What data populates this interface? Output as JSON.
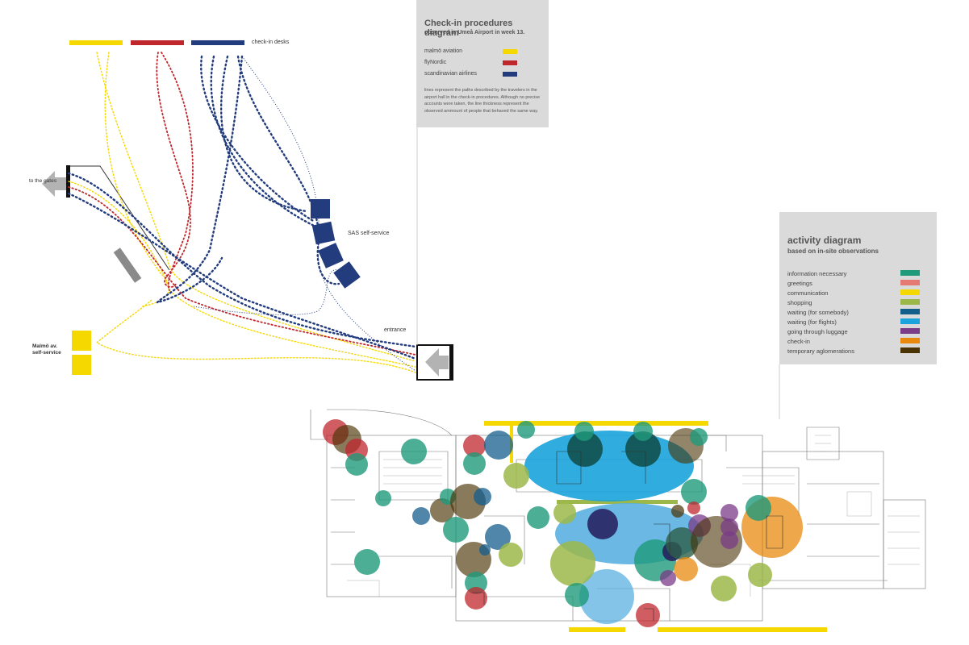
{
  "checkin_panel": {
    "title": "Check-in procedures diagram",
    "subtitle": "observed in Umeå Airport in week 13.",
    "legend": [
      {
        "label": "malmö aviation",
        "color": "#f5d800"
      },
      {
        "label": "flyNordic",
        "color": "#c0272d"
      },
      {
        "label": "scandinavian airlines",
        "color": "#233c7d"
      }
    ],
    "note": "lines represent the paths described by the travelers in the airport hall in the check-in procedures. Although no precise accounts were taken, the line thickness represent the observed ammount of people that behaved the same way."
  },
  "activity_panel": {
    "title": "activity diagram",
    "subtitle": "based on in-site observations",
    "legend": [
      {
        "label": "information necessary",
        "color": "#1f9a7a"
      },
      {
        "label": "greetings",
        "color": "#e47a73"
      },
      {
        "label": "communication",
        "color": "#f5d800"
      },
      {
        "label": "shopping",
        "color": "#9cb84a"
      },
      {
        "label": "waiting (for somebody)",
        "color": "#145e8c"
      },
      {
        "label": "waiting (for flights)",
        "color": "#1ba3dc"
      },
      {
        "label": "going through luggage",
        "color": "#7a3b87"
      },
      {
        "label": "check-in",
        "color": "#e8890d"
      },
      {
        "label": "temporary aglomerations",
        "color": "#4a3305"
      }
    ]
  },
  "labels": {
    "checkin_desks": "check-in desks",
    "to_gates": "to the gates",
    "sas_self_service": "SAS self-service",
    "entrance": "entrance",
    "malmo_self_service": "Malmö av. self-service"
  },
  "colors": {
    "panel_bg": "#dadada",
    "arrow": "#b3b3b3",
    "plan_line": "#777777"
  }
}
